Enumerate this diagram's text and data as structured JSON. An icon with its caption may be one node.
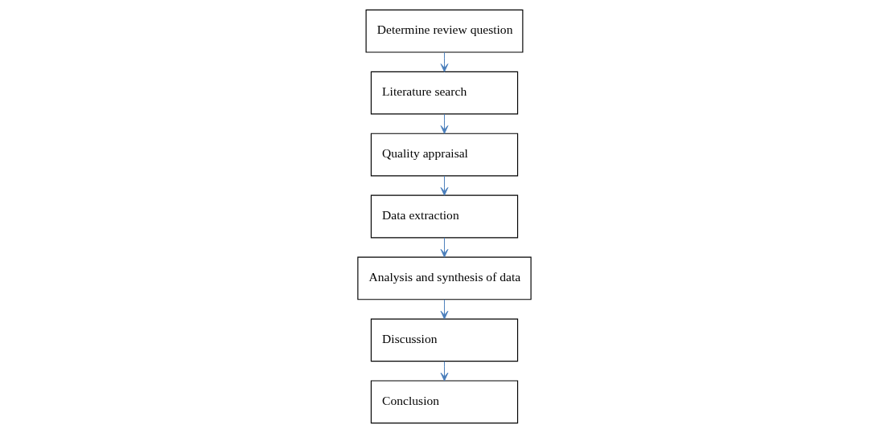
{
  "diagram": {
    "nodes": [
      {
        "text": [
          "Determine review question"
        ]
      },
      {
        "text": [
          "Literature search"
        ]
      },
      {
        "text": [
          "Quality appraisal"
        ]
      },
      {
        "text": [
          "Data extraction"
        ]
      },
      {
        "text": [
          "Analysis and synthesis of data"
        ]
      },
      {
        "text": [
          "Discussion"
        ]
      },
      {
        "text": [
          "Conclusion"
        ]
      }
    ],
    "edges": [
      {
        "from": 0,
        "to": 1,
        "arrow": "to"
      },
      {
        "from": 1,
        "to": 2,
        "arrow": "to"
      },
      {
        "from": 2,
        "to": 3,
        "arrow": "to"
      },
      {
        "from": 3,
        "to": 4,
        "arrow": "to"
      },
      {
        "from": 4,
        "to": 5,
        "arrow": "to"
      },
      {
        "from": 5,
        "to": 6,
        "arrow": "to"
      }
    ]
  }
}
